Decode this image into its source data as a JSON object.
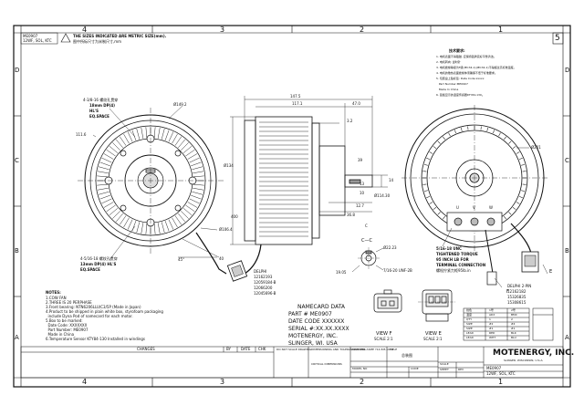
{
  "border": {
    "zones_top": [
      "4",
      "3",
      "2",
      "1"
    ],
    "zones_left": [
      "D",
      "C",
      "B",
      "A"
    ],
    "sheet_number": "5"
  },
  "header_box": {
    "line1": "ME0907",
    "line2": "12WF, SOL, KTC",
    "metric_note": "THE SIZES INDICATED ARE METRIC SIZE(mm).",
    "metric_note_cn": "图中所标尺寸为米制尺寸,mm"
  },
  "tech_requirements": {
    "title": "技术要求:",
    "items": [
      "1. 电机表面不得磕碰, 应保持铭牌完好平整清洁。",
      "2. 电机转向: 逆时针",
      "3. 电机绝缘等级为F级(IEC34-1)(IEC34-1)不得超过高标准温度。",
      "4. 电机的散热表面绝缘体须确保不低于标准要求。",
      "5. 包装盒上贴标签: Date Code:xxxxx",
      "   Part Number:ME0907",
      "   Made In China",
      "6. 铭板显示的温度传感器KTY84-130。"
    ]
  },
  "dimensions": {
    "front_dia": "Ø149.2",
    "front_inner": "111.6",
    "holes_top_1": "4-3/8-16 螺纹孔贯穿",
    "holes_top_2": "18mm DP(4)",
    "holes_top_3": "HL'S",
    "holes_top_4": "EQ.SPACE",
    "holes_bot_1": "4-5/16-18 螺纹孔贯穿",
    "holes_bot_2": "13mm DP(4) HL'S",
    "holes_bot_3": "EQ.SPACE",
    "front_bolt_circle": "Ø106.4",
    "angle": "45°",
    "side_len_total": "147.5",
    "side_len_shaft": "47.0",
    "side_len_body": "117.1",
    "side_step": "3.2",
    "side_dia_body": "Ø134",
    "shaft_len": "39",
    "shaft_len2": "36.8",
    "shaft_len3": "12.7",
    "shaft_dia": "Ø114.30",
    "shaft_small": "14",
    "shaft_dim_a": "13",
    "shaft_dim_b": "10",
    "rear_dia": "Ø201",
    "section_label": "C—C",
    "key_dim": "Ø22.23",
    "key_dim_2": "19.05",
    "thread_spec": "7/16-20 UNF-2B",
    "rear_bolt_note_1": "5/16-18 UNC",
    "rear_bolt_note_2": "TIGHTENED TORQUE",
    "rear_bolt_note_3": "95 INCH LB FOR",
    "rear_bolt_note_4": "TERMINAL CONNECTION",
    "rear_bolt_note_5": "螺栓拧紧力矩95lb.in",
    "term_label_1": "U",
    "term_label_2": "V",
    "term_label_3": "W",
    "view_e_label": "E",
    "view_f_label": "F",
    "c_mark": "C",
    "dim_400": "400",
    "dim_40": "40"
  },
  "callouts": {
    "left_conn_1": "DELPHI",
    "left_conn_2": "12162193",
    "left_conn_3": "12059184-B",
    "left_conn_4": "12066200",
    "left_conn_5": "12045696-B",
    "right_conn_1": "DELPHI 2-PIN",
    "right_conn_2": "12162182",
    "right_conn_3": "15326835",
    "right_conn_4": "15308615"
  },
  "notes": {
    "title": "NOTES:",
    "lines": [
      "1.COW FAN",
      "2.THREE IS 20 PERPHASE",
      "3.Front bearing: NTN6206LLU/C3/5P (Made in Japan)",
      "4.Product to be shipped in plain white box, styrofoam packaging",
      "  include Dyna Pod of namecard for each motor.",
      "5.Box to be marked:",
      "  Date Code: XXXXXXX",
      "  Part Number: ME0907",
      "  Made in China",
      "6.Temperature Sensor KTY84-130 Installed in windings"
    ]
  },
  "namecard": {
    "title": "NAMECARD DATA",
    "part": "PART # ME0907",
    "date": "DATE CODE XXXXXX",
    "serial": "SERIAL #:XX.XX.XXXX",
    "company": "MOTENERGY, INC.",
    "city": "SLINGER, WI. USA"
  },
  "views": {
    "view_f": "VIEW F",
    "view_f_scale": "SCALE 2:1",
    "view_e": "VIEW E",
    "view_e_scale": "SCALE 2:1"
  },
  "pin_table": {
    "headers": [
      "线色",
      "1号",
      "2号"
    ],
    "rows": [
      [
        "温度",
        "ADX",
        "BMX"
      ],
      [
        "QTY",
        "1",
        "2"
      ],
      [
        "SIZE",
        "#2",
        "#4"
      ],
      [
        "SIZE",
        "#1",
        "#1"
      ],
      [
        "LEAD",
        "RED",
        "BLK"
      ],
      [
        "LEAD",
        "WHT",
        "BLU"
      ]
    ]
  },
  "title_block": {
    "company": "MOTENERGY, INC.",
    "address": "SLINGER, WISCONSIN, U.S.A.",
    "drawing_no": "ME0907",
    "drawing_sub": "12WF, SOL, KTC",
    "do_not_scale": "DO NOT SCALE DRAWING",
    "dims_note": "DIMENSIONING AND TOLERANCING PER ASME Y14.5M-1994",
    "material_label": "MATERIAL",
    "title_label": "TITLE",
    "title_cn": "总装图",
    "scale_label": "SCALE",
    "critical": "CRITICAL DIMENSIONS",
    "model_no_label": "MODEL NO",
    "sheet_label": "SHEET",
    "rev_label": "REV",
    "changes_label": "CHANGES",
    "by_label": "BY",
    "date_label": "DATE",
    "code_label": "CODE",
    "chk_label": "CHK"
  }
}
